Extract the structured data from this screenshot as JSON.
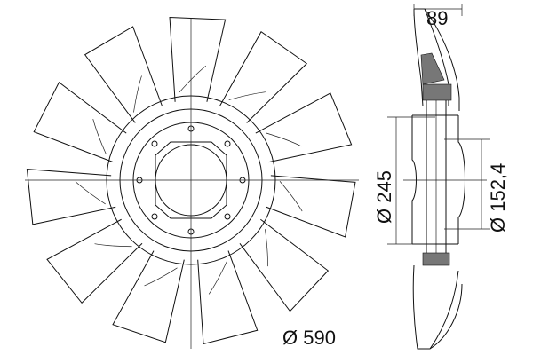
{
  "dimensions": {
    "outer_diameter": "Ø 590",
    "bolt_circle_diameter": "Ø 245",
    "bore_diameter": "Ø 152,4",
    "axial_width": "89"
  },
  "fan": {
    "blade_count": 11,
    "hub_bolt_count": 8
  },
  "colors": {
    "line": "#111111",
    "background": "#ffffff",
    "section_fill": "#777777"
  }
}
